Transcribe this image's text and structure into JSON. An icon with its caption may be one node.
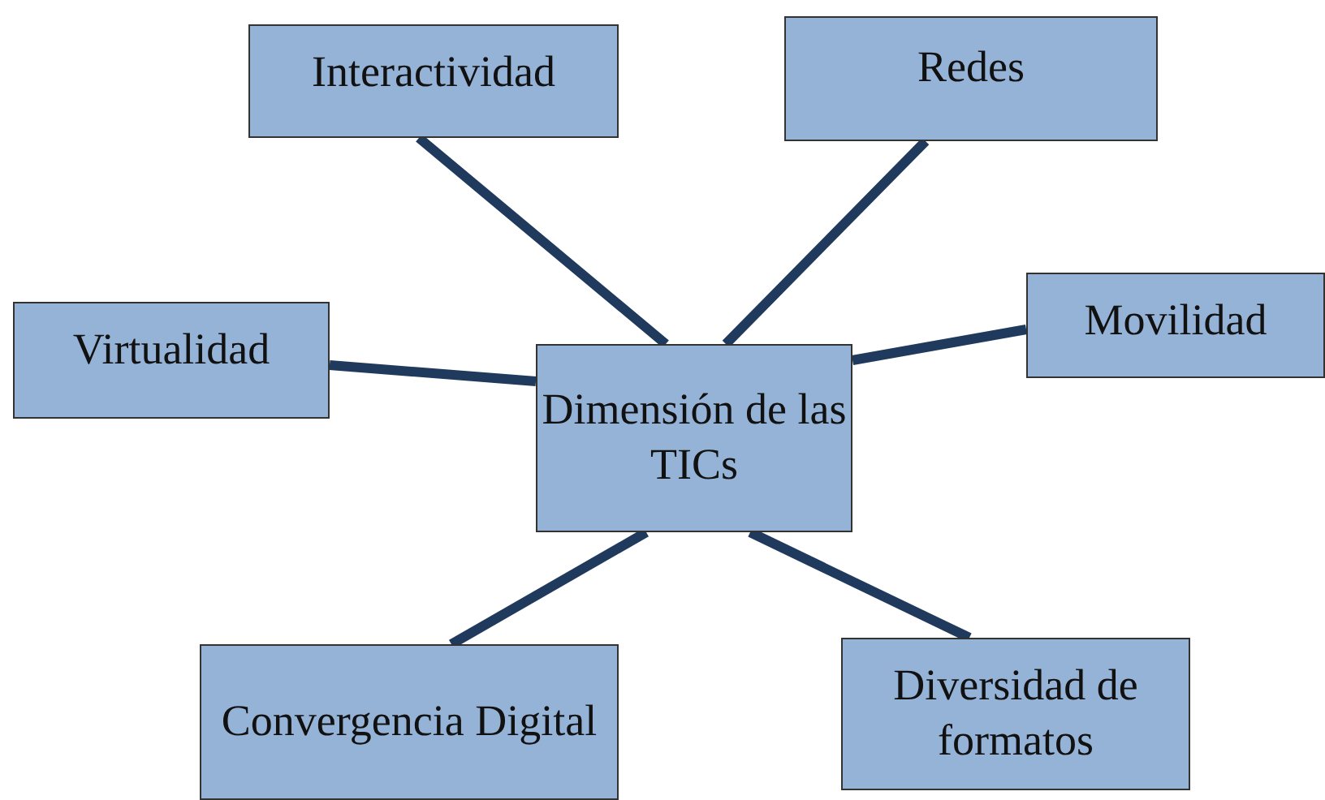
{
  "diagram": {
    "nodes": [
      {
        "text": [
          "Interactividad"
        ]
      },
      {
        "text": [
          "Redes"
        ]
      },
      {
        "text": [
          "Virtualidad"
        ]
      },
      {
        "text": [
          "Dimensión de las TICs"
        ]
      },
      {
        "text": [
          "Movilidad"
        ]
      },
      {
        "text": [
          "Convergencia Digital"
        ]
      },
      {
        "text": [
          "Diversidad de formatos"
        ]
      }
    ],
    "edges": [
      {
        "from": 3,
        "to": 0,
        "arrow": "none"
      },
      {
        "from": 3,
        "to": 1,
        "arrow": "none"
      },
      {
        "from": 3,
        "to": 2,
        "arrow": "none"
      },
      {
        "from": 3,
        "to": 4,
        "arrow": "none"
      },
      {
        "from": 3,
        "to": 5,
        "arrow": "none"
      },
      {
        "from": 3,
        "to": 6,
        "arrow": "none"
      }
    ]
  }
}
